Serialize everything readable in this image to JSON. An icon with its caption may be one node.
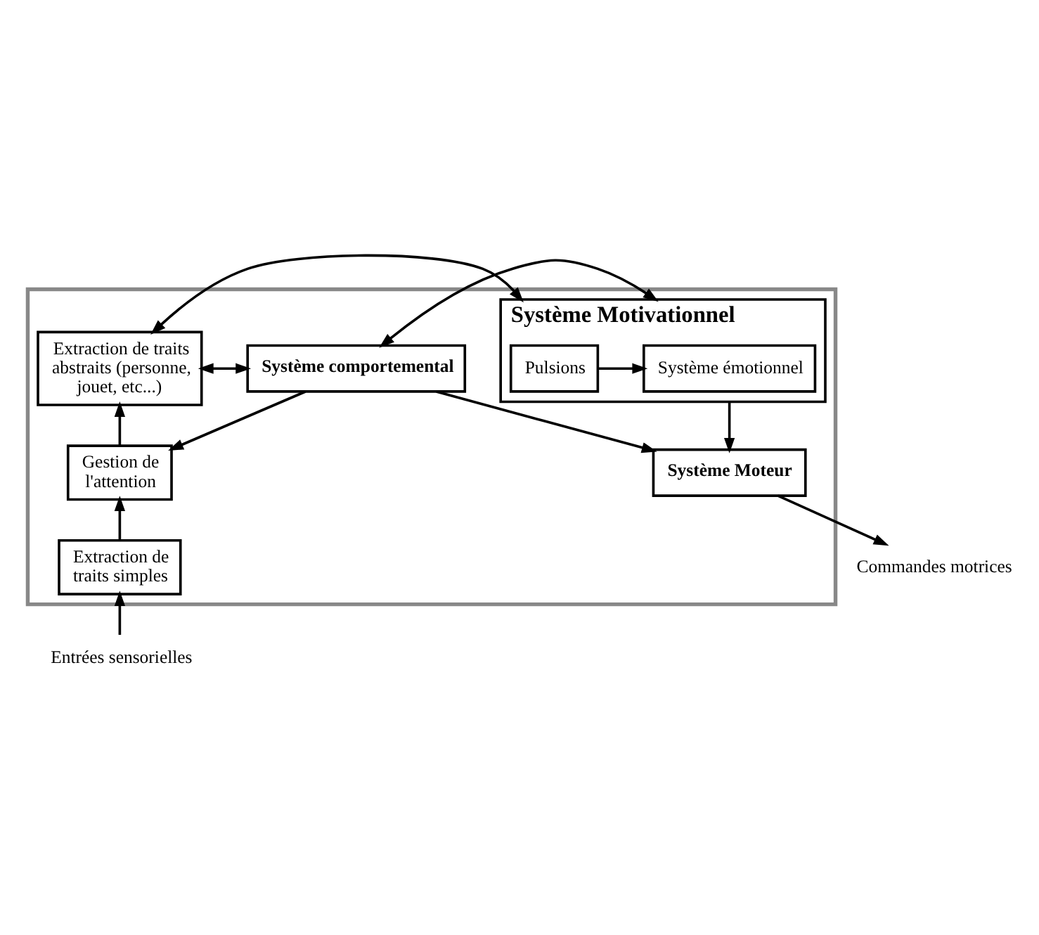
{
  "diagram": {
    "nodes": [
      {
        "text": [],
        "shape": "box"
      },
      {
        "text": [
          "Système Motivationnel"
        ],
        "in": 0
      },
      {
        "text": [
          "Pulsions"
        ],
        "in": 1
      },
      {
        "text": [
          "Système émotionnel"
        ],
        "in": 1
      },
      {
        "text": [
          "Extraction de traits abstraits (personne, jouet, etc...)"
        ],
        "in": 0
      },
      {
        "text": [
          "Système comportemental"
        ],
        "in": 0
      },
      {
        "text": [
          "Gestion de l'attention"
        ],
        "in": 0
      },
      {
        "text": [
          "Extraction de traits simples"
        ],
        "in": 0
      },
      {
        "text": [
          "Système Moteur"
        ],
        "in": 0
      },
      {
        "text": [
          "Entrées sensorielles"
        ]
      },
      {
        "text": [
          "Commandes motrices"
        ]
      }
    ],
    "edges": [
      {
        "from": 2,
        "to": 3,
        "arrow": "to"
      },
      {
        "from": 4,
        "to": 1,
        "arrow": "both"
      },
      {
        "from": 1,
        "to": 5,
        "arrow": "both"
      },
      {
        "from": 4,
        "to": 5,
        "arrow": "both"
      },
      {
        "from": 5,
        "to": 6,
        "arrow": "to"
      },
      {
        "from": 5,
        "to": 8,
        "arrow": "to"
      },
      {
        "from": 1,
        "to": 8,
        "arrow": "to"
      },
      {
        "from": 6,
        "to": 4,
        "arrow": "to"
      },
      {
        "from": 7,
        "to": 6,
        "arrow": "to"
      },
      {
        "from": 9,
        "to": 7,
        "arrow": "to"
      },
      {
        "from": 8,
        "to": 10,
        "arrow": "to"
      }
    ]
  }
}
